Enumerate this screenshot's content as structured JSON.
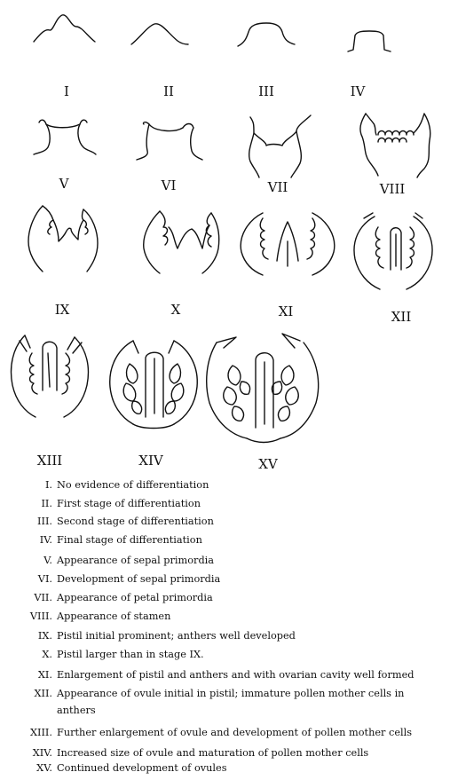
{
  "stages": [
    {
      "numeral": "I",
      "description": "No evidence of differentiation"
    },
    {
      "numeral": "II",
      "description": "First stage of differentiation"
    },
    {
      "numeral": "III",
      "description": "Second stage of differentiation"
    },
    {
      "numeral": "IV",
      "description": "Final stage of differentiation"
    },
    {
      "numeral": "V",
      "description": "Appearance of sepal primordia"
    },
    {
      "numeral": "VI",
      "description": "Development of sepal primordia"
    },
    {
      "numeral": "VII",
      "description": "Appearance of petal primordia"
    },
    {
      "numeral": "VIII",
      "description": "Appearance of stamen"
    },
    {
      "numeral": "IX",
      "description": "Pistil initial prominent; anthers well developed"
    },
    {
      "numeral": "X",
      "description": "Pistil larger than in stage IX."
    },
    {
      "numeral": "XI",
      "description": "Enlargement of pistil and anthers and with ovarian cavity well formed"
    },
    {
      "numeral": "XII",
      "description": "Appearance of ovule initial in pistil; immature pollen mother cells in",
      "description_cont": "anthers"
    },
    {
      "numeral": "XIII",
      "description": "Further enlargement of ovule and development of pollen mother cells"
    },
    {
      "numeral": "XIV",
      "description": "Increased size of ovule and maturation of pollen mother cells"
    },
    {
      "numeral": "XV",
      "description": "Continued development of ovules"
    }
  ]
}
